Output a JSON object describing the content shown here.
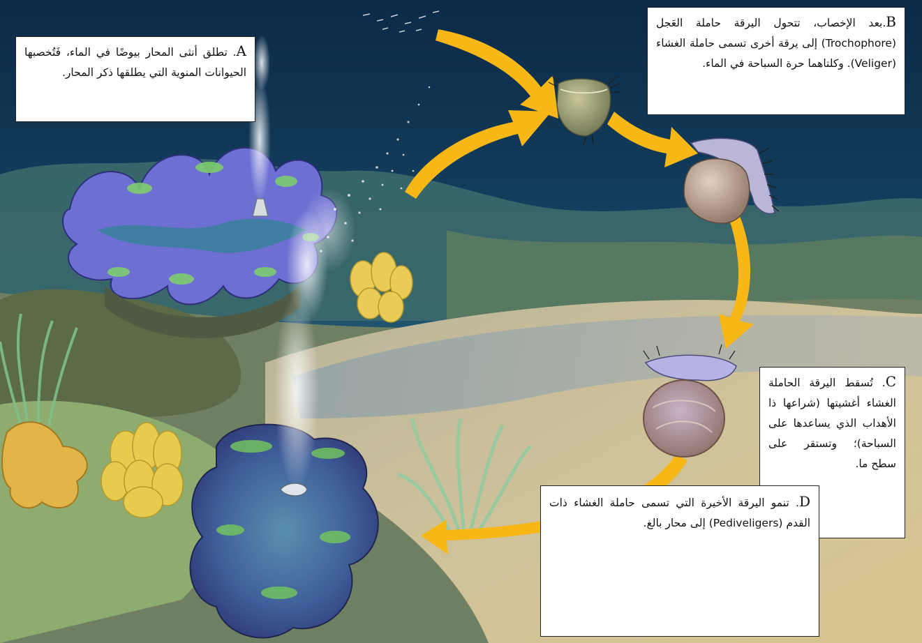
{
  "labels": {
    "a": {
      "letter": "A",
      "text": ". تطلق أنثى المحار بيوضًا في الماء، فَتُخصبها الحيوانات المنوية التي يطلقها ذكر المحار."
    },
    "b": {
      "letter": "B",
      "text": ".بعد الإخصاب، تتحول اليرقة حاملة العَجل (Trochophore) إلى يرقة أخرى تسمى حاملة الغشاء (Veliger). وكلتاهما حرة السباحة في الماء."
    },
    "c": {
      "letter": "C",
      "text": ". تُسقط اليرقة الحاملة الغشاء أغشيتها (شراعها ذا الأهداب الذي يساعدها على السباحة)؛ وتستقر على سطح ما."
    },
    "d": {
      "letter": "D",
      "text": ". تنمو اليرقة الأخيرة التي تسمى حاملة الغشاء ذات القدم (Pediveligers) إلى محار بالغ."
    }
  },
  "colors": {
    "water_top": "#0b2c4a",
    "water_mid": "#1b4a6a",
    "sand": "#c9b98f",
    "arrow": "#f6b717",
    "clam_mantle": "#6c6fd0",
    "clam_green": "#7fd26a"
  }
}
